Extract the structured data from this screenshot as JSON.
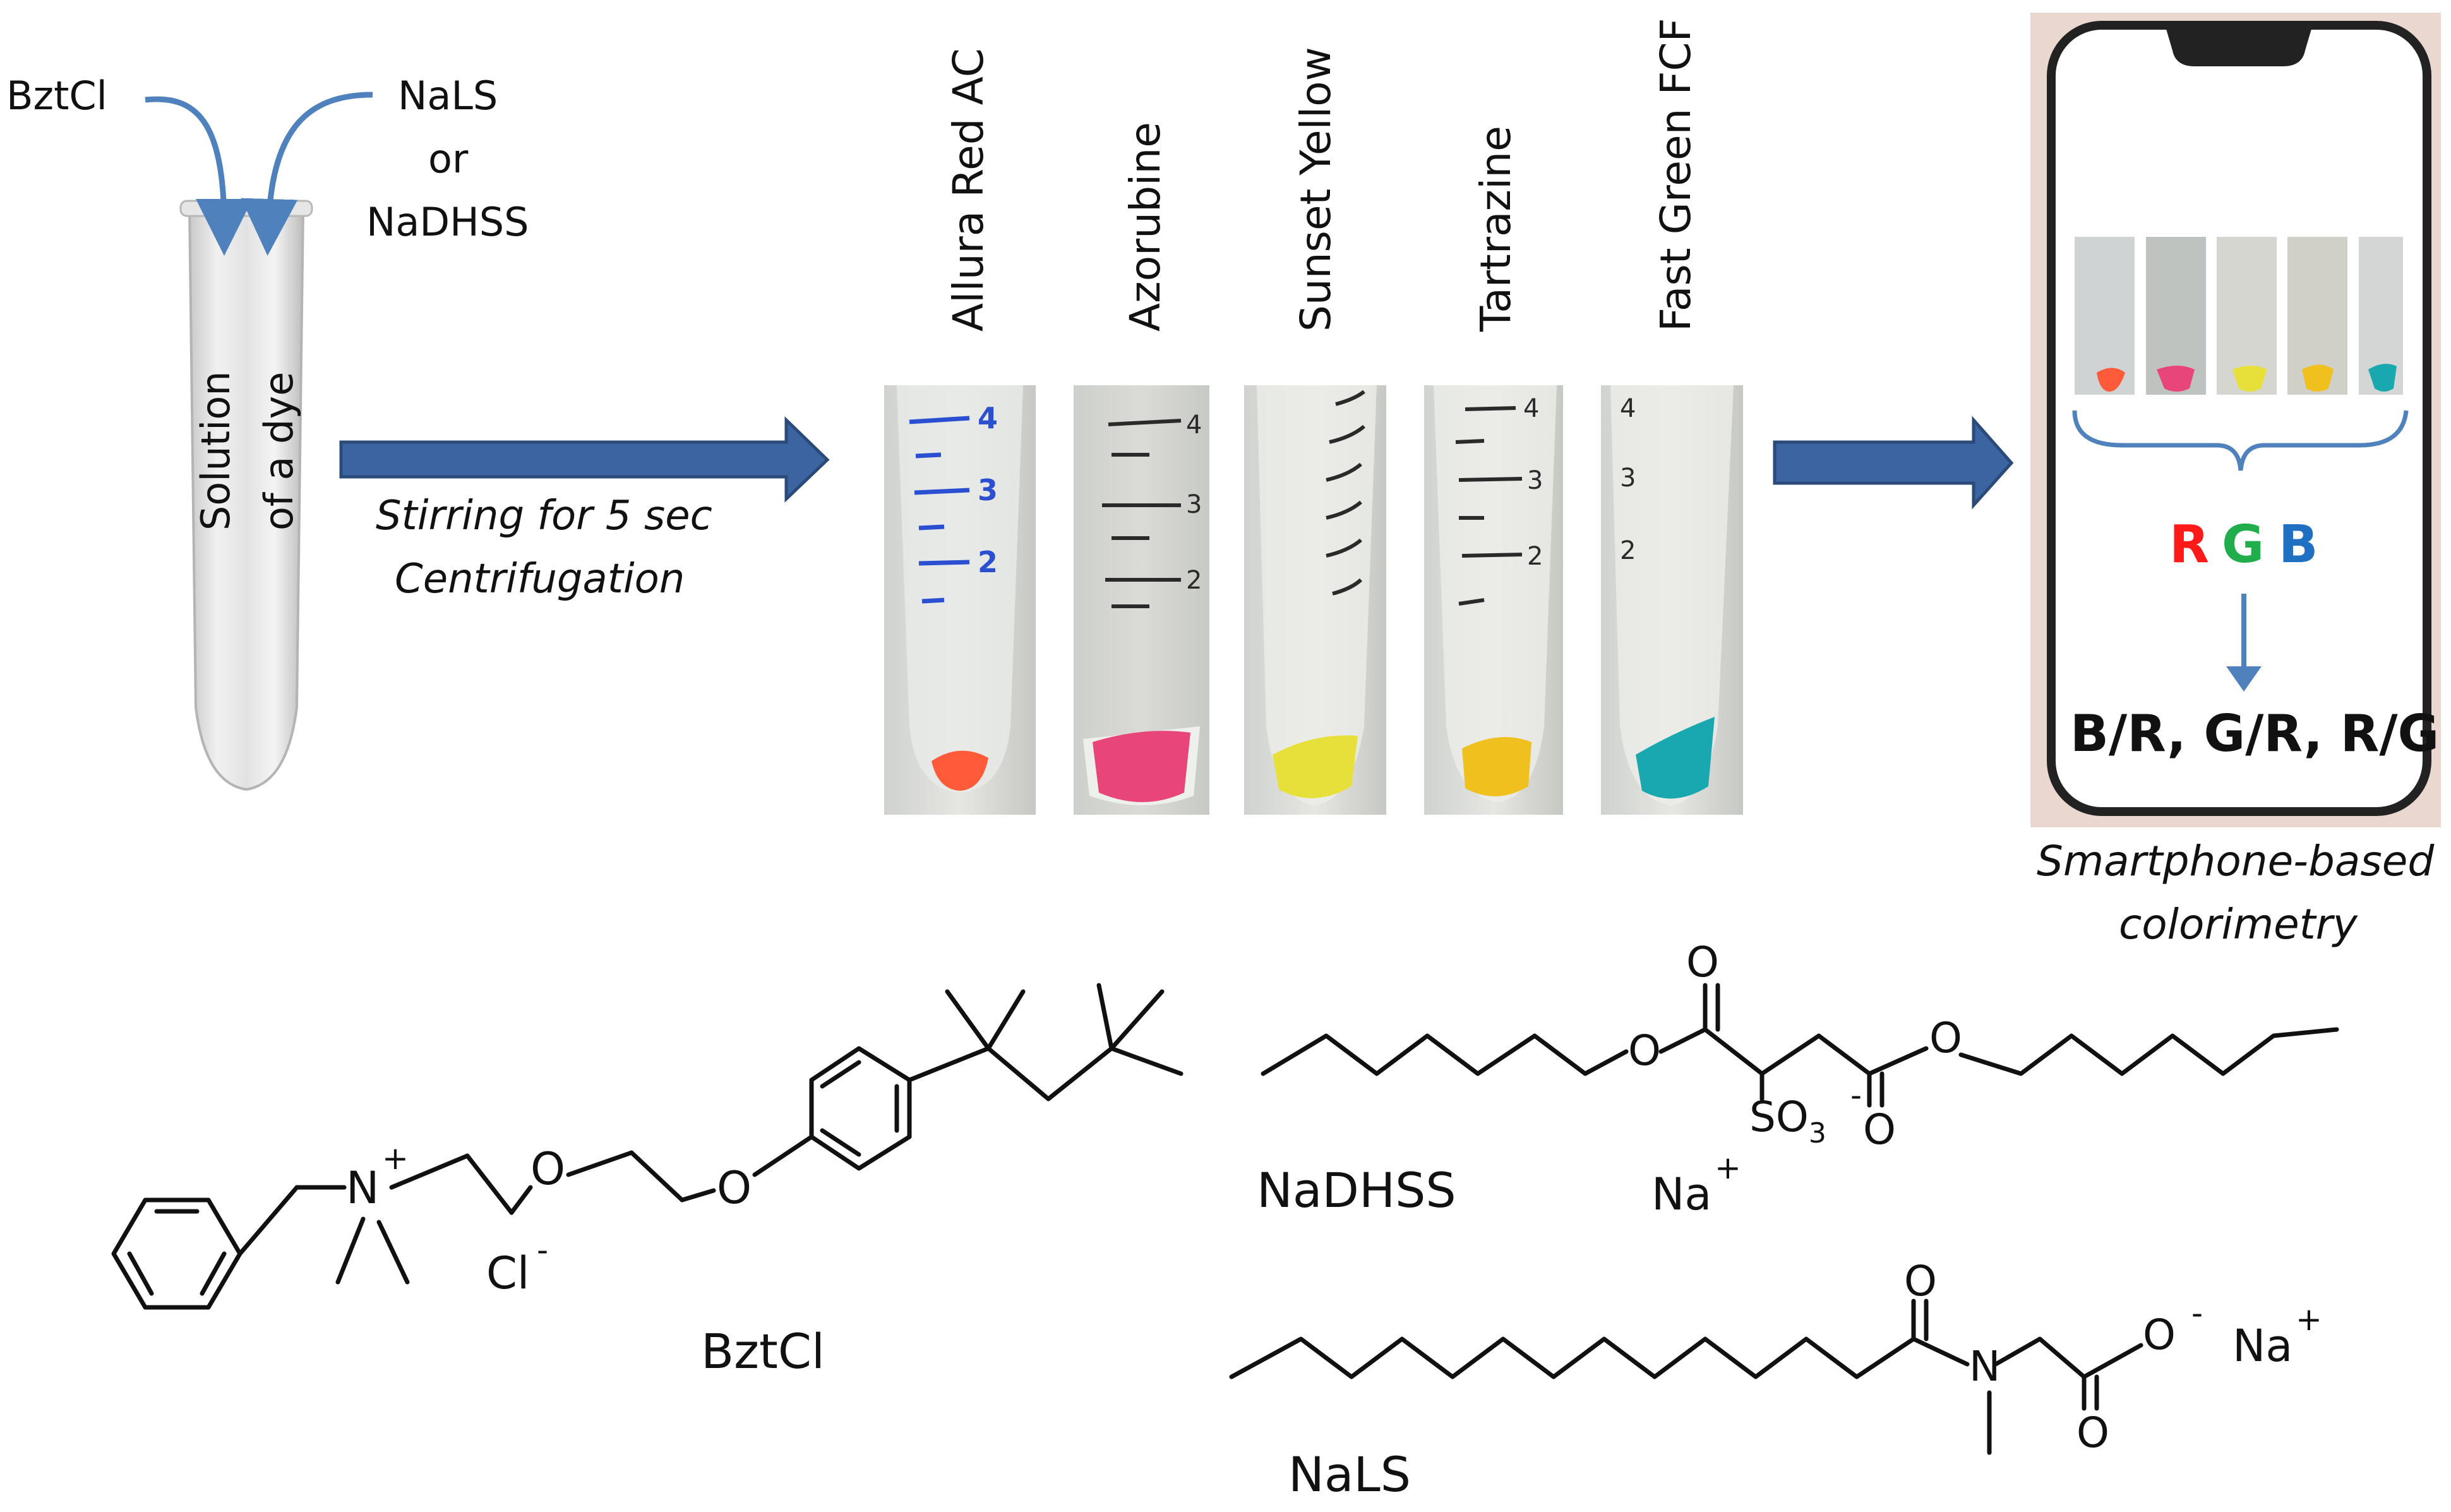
{
  "reagents": {
    "left": "BztCl",
    "right_line1": "NaLS",
    "right_line2": "or",
    "right_line3": "NaDHSS"
  },
  "tube_label": {
    "line1": "Solution",
    "line2": "of a dye"
  },
  "process": {
    "line1": "Stirring for 5 sec",
    "line2": "Centrifugation"
  },
  "dyes": [
    {
      "name": "Allura Red AC",
      "color": "#ff5a3a"
    },
    {
      "name": "Azorubine",
      "color": "#e8467a"
    },
    {
      "name": "Sunset Yellow",
      "color": "#e8e03a"
    },
    {
      "name": "Tartrazine",
      "color": "#f0c01e"
    },
    {
      "name": "Fast Green FCF",
      "color": "#1aa8b0"
    }
  ],
  "tube_scales": {
    "t1": [
      "4",
      "3",
      "2"
    ],
    "t2": [
      "4",
      "3",
      "2"
    ],
    "t3": [],
    "t4": [
      "4",
      "3",
      "2"
    ],
    "t5": [
      "4",
      "3",
      "2"
    ]
  },
  "phone": {
    "rgb_r": "R",
    "rgb_g": "G",
    "rgb_b": "B",
    "ratios": "B/R, G/R, R/G",
    "caption_line1": "Smartphone-based",
    "caption_line2": "colorimetry",
    "colors": {
      "r": "#ff1a1a",
      "g": "#1fae4b",
      "b": "#1f6fc2",
      "arrow": "#4f81bd",
      "frame": "#e9d7d0"
    }
  },
  "chem": {
    "bztcl_cation_n": "N",
    "bztcl_plus": "+",
    "bztcl_o1": "O",
    "bztcl_o2": "O",
    "bztcl_cl": "Cl",
    "bztcl_minus": "-",
    "bztcl_name": "BztCl",
    "nadhss_o_carbonyl1": "O",
    "nadhss_o_ester1": "O",
    "nadhss_so3": "SO",
    "nadhss_so3_sub": "3",
    "nadhss_minus": "-",
    "nadhss_o_carbonyl2": "O",
    "nadhss_o_ester2": "O",
    "nadhss_name": "NaDHSS",
    "nadhss_na": "Na",
    "nadhss_plus": "+",
    "nals_o_carbonyl": "O",
    "nals_n": "N",
    "nals_o_minus": "O",
    "nals_minus": "-",
    "nals_na": "Na",
    "nals_plus": "+",
    "nals_o_carbonyl2": "O",
    "nals_name": "NaLS"
  },
  "colors": {
    "arrow_fill": "#3c64a0",
    "arrow_stroke": "#2a4a7a",
    "curve_arrow": "#4f81bd"
  }
}
